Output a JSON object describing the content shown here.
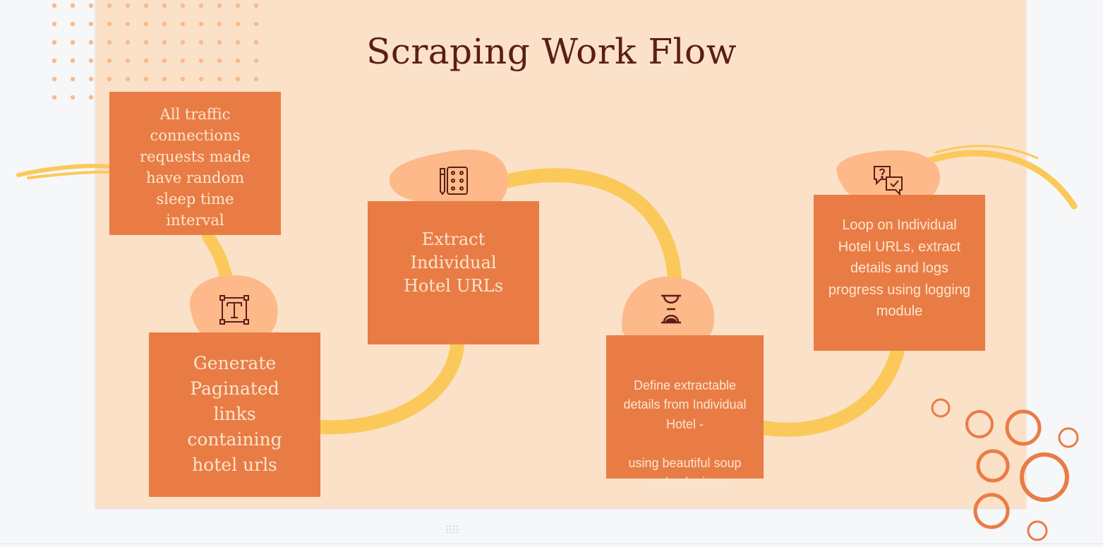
{
  "title": "Scraping Work Flow",
  "steps": [
    {
      "text": "All traffic connections requests made have random sleep time interval",
      "icon": "none"
    },
    {
      "text": "Generate Paginated links containing hotel urls",
      "icon": "text-tool-icon"
    },
    {
      "text": "Extract Individual Hotel URLs",
      "icon": "palette-icon"
    },
    {
      "text": "Define extractable details from Individual Hotel -\n\nusing beautiful soup and selenium",
      "icon": "hourglass-icon"
    },
    {
      "text": "Loop on Individual Hotel URLs, extract details and logs progress using logging module",
      "icon": "chat-bubbles-icon"
    }
  ],
  "colors": {
    "slide": "#fbe1c8",
    "box": "#e97c45",
    "box_text": "#fbe6cf",
    "blob": "#fdb989",
    "path": "#fbc95a",
    "title": "#5a1e17",
    "icon": "#5a1e17",
    "dots": "#fdb989",
    "circles": "#e97c45"
  }
}
